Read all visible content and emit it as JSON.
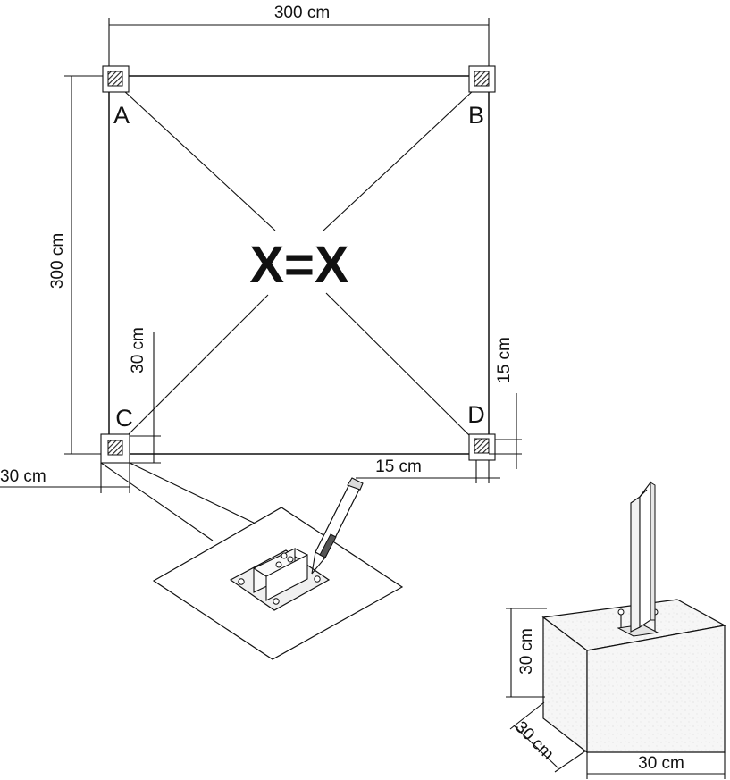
{
  "labels": {
    "top_width": "300 cm",
    "left_height": "300 cm",
    "center_equation": "X=X",
    "corner_a": "A",
    "corner_b": "B",
    "corner_c": "C",
    "corner_d": "D",
    "c_vertical": "30 cm",
    "c_horizontal": "30 cm",
    "d_vertical": "15 cm",
    "d_horizontal": "15 cm",
    "block_height": "30 cm",
    "block_depth": "30 cm",
    "block_width": "30 cm"
  },
  "colors": {
    "line": "#111111",
    "post_hatch": "#222222",
    "concrete_face": "#f4f4f4"
  }
}
